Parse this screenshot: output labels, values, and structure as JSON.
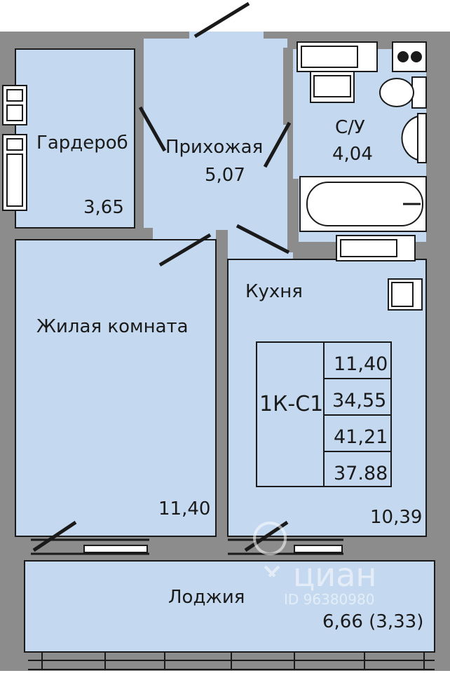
{
  "rooms": {
    "wardrobe": {
      "name": "Гардероб",
      "area": "3,65"
    },
    "hallway": {
      "name": "Прихожая",
      "area": "5,07"
    },
    "bathroom": {
      "name": "С/У",
      "area": "4,04"
    },
    "kitchen": {
      "name": "Кухня",
      "area": "10,39"
    },
    "living": {
      "name": "Жилая комната",
      "area": "11,40"
    },
    "loggia": {
      "name": "Лоджия",
      "area": "6,66 (3,33)"
    }
  },
  "summary": {
    "code": "1К-С1",
    "values": [
      "11,40",
      "34,55",
      "41,21",
      "37.88"
    ]
  },
  "watermark": {
    "brand": "циан",
    "id": "ID 96380980"
  },
  "colors": {
    "floor": "#c4d9ef",
    "wall": "#8c8c8c",
    "outline": "#1a1a1a"
  }
}
